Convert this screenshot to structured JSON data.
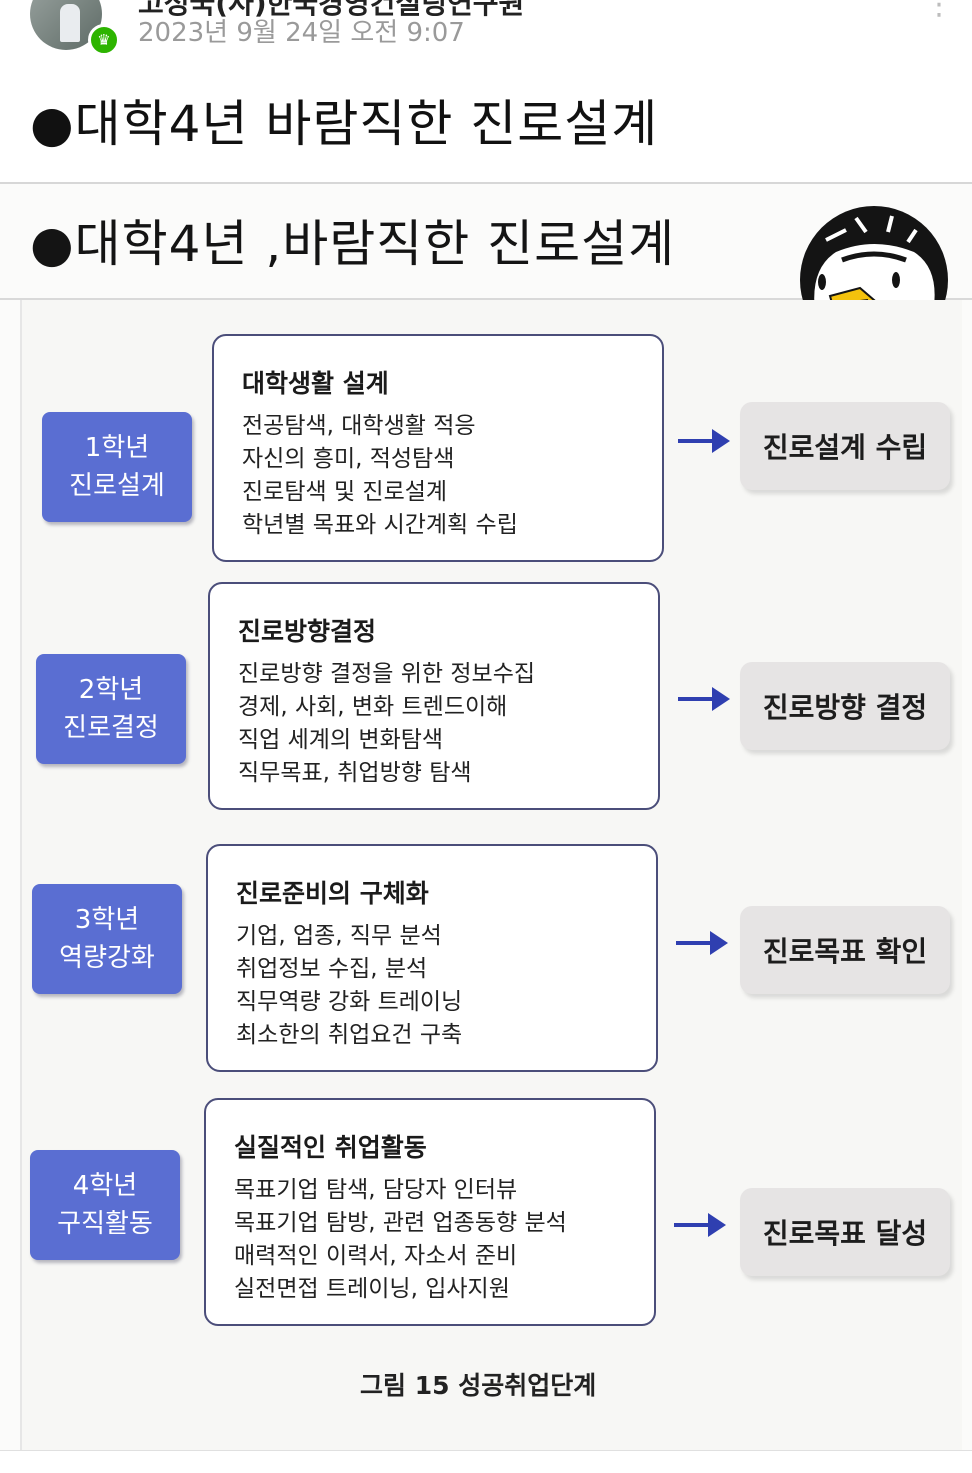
{
  "post": {
    "author": "고성국(사)한국경영컨설팅연구원",
    "date": "2023년 9월 24일 오전 9:07",
    "title": "●대학4년 바람직한 진로설계"
  },
  "figure": {
    "heading": "●대학4년 ,바람직한 진로설계",
    "caption": "그림 15 성공취업단계",
    "stages": [
      {
        "grade": "1학년",
        "grade_role": "진로설계",
        "detail_title": "대학생활 설계",
        "details": [
          "전공탐색, 대학생활 적응",
          "자신의 흥미, 적성탐색",
          "진로탐색 및 진로설계",
          "학년별 목표와 시간계획 수립"
        ],
        "result": "진로설계 수립"
      },
      {
        "grade": "2학년",
        "grade_role": "진로결정",
        "detail_title": "진로방향결정",
        "details": [
          "진로방향 결정을 위한 정보수집",
          "경제, 사회, 변화 트렌드이해",
          "직업 세계의 변화탐색",
          "직무목표, 취업방향 탐색"
        ],
        "result": "진로방향 결정"
      },
      {
        "grade": "3학년",
        "grade_role": "역량강화",
        "detail_title": "진로준비의 구체화",
        "details": [
          "기업, 업종, 직무 분석",
          "취업정보 수집, 분석",
          "직무역량 강화 트레이닝",
          "최소한의 취업요건 구축"
        ],
        "result": "진로목표 확인"
      },
      {
        "grade": "4학년",
        "grade_role": "구직활동",
        "detail_title": "실질적인 취업활동",
        "details": [
          "목표기업 탐색, 담당자 인터뷰",
          "목표기업 탐방, 관련 업종동향 분석",
          "매력적인 이력서, 자소서 준비",
          "실전면접 트레이닝, 입사지원"
        ],
        "result": "진로목표 달성"
      }
    ]
  },
  "icons": {
    "more": "more-vertical-icon",
    "badge": "crown-icon",
    "arrow": "arrow-right-icon",
    "illustration": "penguin-icon"
  },
  "colors": {
    "grade_box": "#5a6ed2",
    "detail_border": "#4b4e7a",
    "arrow": "#2f3fb0",
    "result_box": "#e6e4e4",
    "badge": "#2db400"
  }
}
